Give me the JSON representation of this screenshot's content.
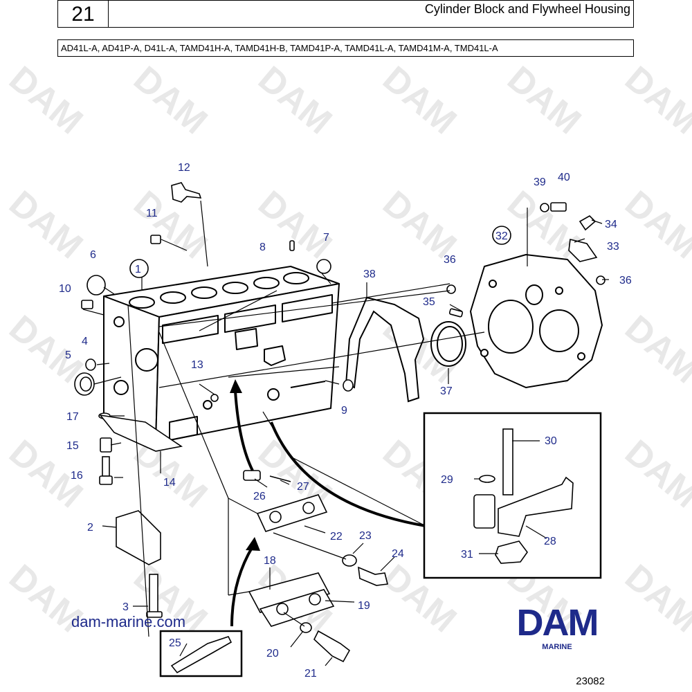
{
  "header": {
    "page_number": "21",
    "title": "Cylinder Block and Flywheel Housing"
  },
  "models": "AD41L-A, AD41P-A, D41L-A, TAMD41H-A, TAMD41H-B, TAMD41P-A, TAMD41L-A, TAMD41M-A, TMD41L-A",
  "watermark_text": "DAM",
  "website": "dam-marine.com",
  "logo": {
    "brand": "DAM",
    "sub": "MARINE",
    "color": "#1e2a8a"
  },
  "drawing_number": "23082",
  "callouts": [
    "1",
    "2",
    "3",
    "4",
    "5",
    "6",
    "7",
    "8",
    "9",
    "10",
    "11",
    "12",
    "13",
    "14",
    "15",
    "16",
    "17",
    "18",
    "19",
    "20",
    "21",
    "22",
    "23",
    "24",
    "25",
    "26",
    "27",
    "28",
    "29",
    "30",
    "31",
    "32",
    "33",
    "34",
    "35",
    "36",
    "36",
    "37",
    "38",
    "39",
    "40"
  ],
  "colors": {
    "callout": "#1e2a8a",
    "line": "#000000",
    "watermark": "#e6e6e6"
  }
}
